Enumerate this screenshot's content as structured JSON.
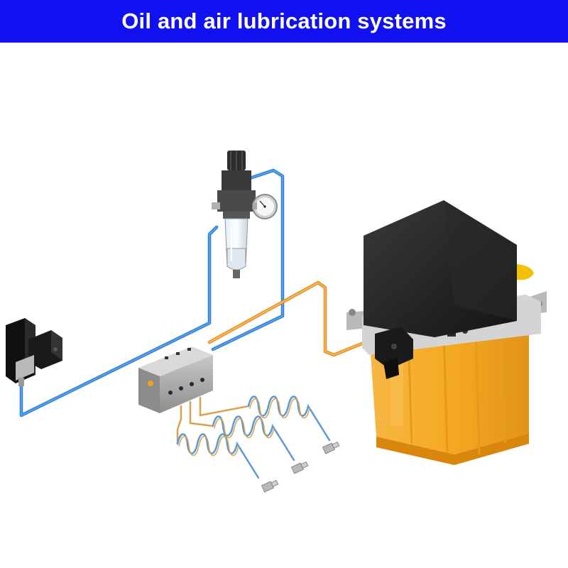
{
  "header": {
    "title": "Oil and air lubrication systems"
  },
  "colors": {
    "banner": "#1010f0",
    "title_text": "#ffffff",
    "air_line": "#3d8fe6",
    "oil_line": "#f2a23a",
    "reservoir_oil": "#f5a516",
    "pump_housing": "#222222"
  },
  "illustration": {
    "components": [
      "solenoid-valve",
      "air-filter-regulator",
      "pressure-gauge",
      "mixing-valve-block",
      "lubrication-pump",
      "oil-reservoir",
      "coiled-lines",
      "nozzles"
    ]
  }
}
